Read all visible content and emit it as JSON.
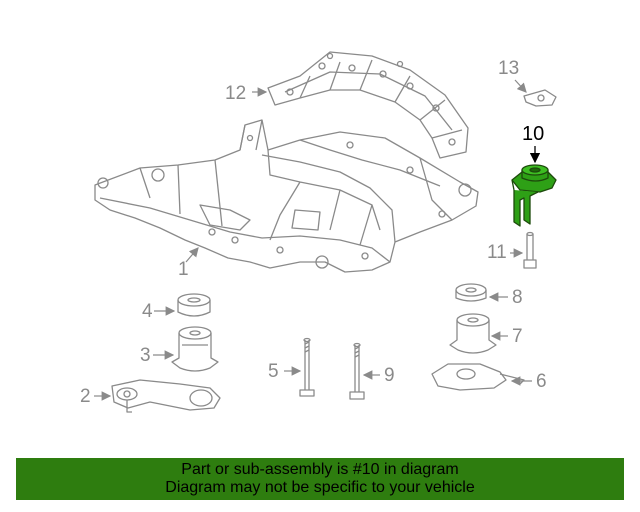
{
  "diagram": {
    "callouts": {
      "c1": "1",
      "c2": "2",
      "c3": "3",
      "c4": "4",
      "c5": "5",
      "c6": "6",
      "c7": "7",
      "c8": "8",
      "c9": "9",
      "c10": "10",
      "c11": "11",
      "c12": "12",
      "c13": "13"
    },
    "highlighted_part": "10",
    "highlight_color": "#2ea016",
    "line_color": "#8a8a8a"
  },
  "banner": {
    "line1": "Part or sub-assembly is #10 in diagram",
    "line2": "Diagram may not be specific to your vehicle",
    "background_color": "#2e7d0f"
  }
}
